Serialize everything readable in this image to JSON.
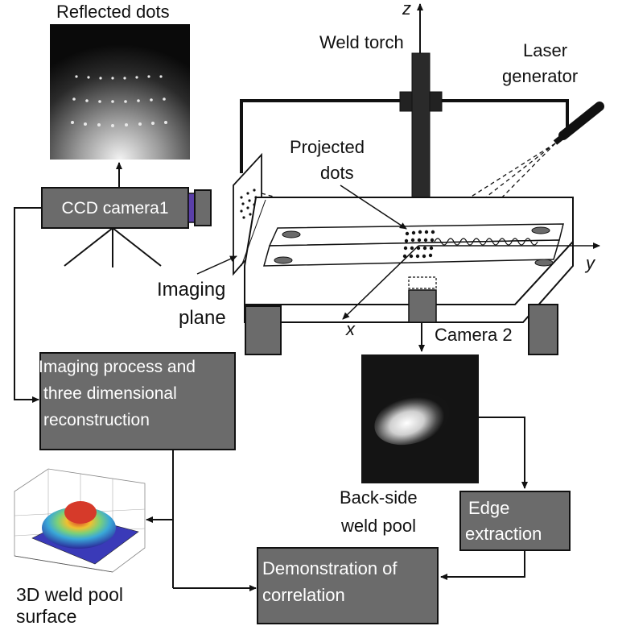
{
  "labels": {
    "reflected_dots": "Reflected dots",
    "weld_torch": "Weld torch",
    "z_axis": "z",
    "laser_line1": "Laser",
    "laser_line2": "generator",
    "projected_line1": "Projected",
    "projected_line2": "dots",
    "y_axis": "y",
    "x_axis": "x",
    "imaging_line1": "Imaging",
    "imaging_line2": "plane",
    "camera2": "Camera 2",
    "backside_line1": "Back-side",
    "backside_line2": "weld pool",
    "pool3d_line1": "3D weld pool",
    "pool3d_line2": "surface"
  },
  "boxes": {
    "ccd": "CCD camera1",
    "process_line1": "Imaging process and",
    "process_line2": "three dimensional",
    "process_line3": "reconstruction",
    "edge_line1": "Edge",
    "edge_line2": "extraction",
    "demo_line1": "Demonstration of",
    "demo_line2": "correlation"
  },
  "colors": {
    "box_fill": "#6b6b6b",
    "stroke": "#111111",
    "lens_accent": "#5a3fa8"
  }
}
